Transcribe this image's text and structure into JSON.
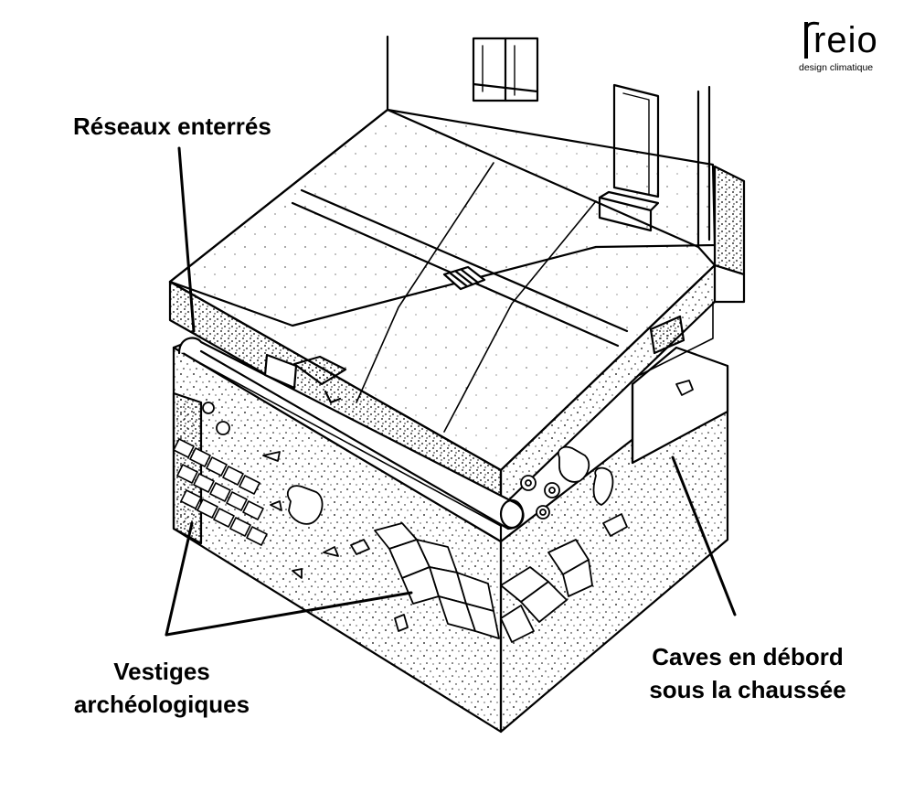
{
  "labels": {
    "reseaux": "Réseaux enterrés",
    "vestiges_line1": "Vestiges",
    "vestiges_line2": "archéologiques",
    "caves_line1": "Caves en débord",
    "caves_line2": "sous la chaussée"
  },
  "logo": {
    "brand": "reio",
    "tagline": "design climatique"
  },
  "colors": {
    "ink": "#000000",
    "background": "#ffffff"
  }
}
